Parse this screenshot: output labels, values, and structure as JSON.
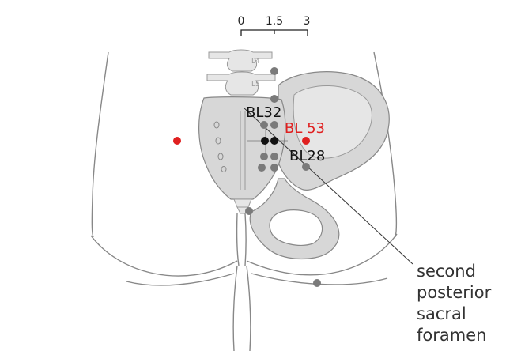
{
  "scale": {
    "ticks": [
      "0",
      "1.5",
      "3"
    ]
  },
  "vertebrae": {
    "l4": "L4",
    "l5": "L5"
  },
  "points": {
    "bl32": "BL32",
    "bl53": "BL 53",
    "bl28": "BL28"
  },
  "annotation": {
    "line1": "second",
    "line2": "posterior",
    "line3": "sacral",
    "line4": "foramen"
  },
  "colors": {
    "highlight": "#e02020",
    "point_gray": "#7a7a7a",
    "point_black": "#111111",
    "bone_fill": "#d7d7d7",
    "outline": "#888888"
  }
}
